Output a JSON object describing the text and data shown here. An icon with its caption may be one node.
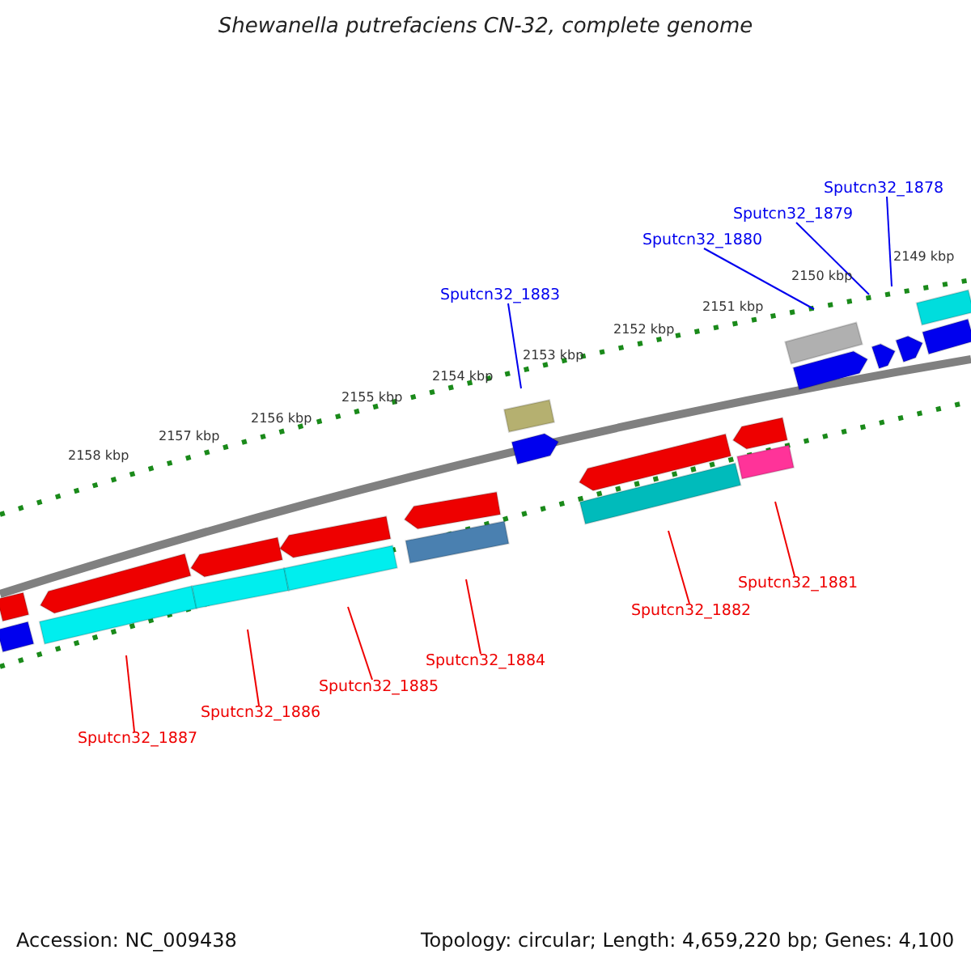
{
  "diagram": {
    "title": "Shewanella putrefaciens CN-32, complete genome",
    "nodes": [
      {
        "text": [
          "Sputcn32_1878"
        ]
      },
      {
        "text": [
          "Sputcn32_1879"
        ]
      },
      {
        "text": [
          "Sputcn32_1880"
        ]
      },
      {
        "text": [
          "Sputcn32_1883"
        ]
      },
      {
        "text": [
          "Sputcn32_1881"
        ]
      },
      {
        "text": [
          "Sputcn32_1882"
        ]
      },
      {
        "text": [
          "Sputcn32_1884"
        ]
      },
      {
        "text": [
          "Sputcn32_1885"
        ]
      },
      {
        "text": [
          "Sputcn32_1886"
        ]
      },
      {
        "text": [
          "Sputcn32_1887"
        ]
      }
    ],
    "edges": [
      {
        "from": 0,
        "to": null,
        "arrow": "none",
        "color": "#0000ee"
      },
      {
        "from": 1,
        "to": null,
        "arrow": "none",
        "color": "#0000ee"
      },
      {
        "from": 2,
        "to": null,
        "arrow": "none",
        "color": "#0000ee"
      },
      {
        "from": 3,
        "to": null,
        "arrow": "none",
        "color": "#0000ee"
      },
      {
        "from": 4,
        "to": null,
        "arrow": "none"
      },
      {
        "from": 5,
        "to": null,
        "arrow": "none"
      },
      {
        "from": 6,
        "to": null,
        "arrow": "none"
      },
      {
        "from": 7,
        "to": null,
        "arrow": "none"
      },
      {
        "from": 8,
        "to": null,
        "arrow": "none"
      },
      {
        "from": 9,
        "to": null,
        "arrow": "none"
      }
    ],
    "labels": [
      "2149 kbp",
      "2150 kbp",
      "2151 kbp",
      "2152 kbp",
      "2153 kbp",
      "2154 kbp",
      "2155 kbp",
      "2156 kbp",
      "2157 kbp",
      "2158 kbp",
      "Accession: NC_009438",
      "Topology: circular; Length: 4,659,220 bp; Genes: 4,100"
    ]
  }
}
